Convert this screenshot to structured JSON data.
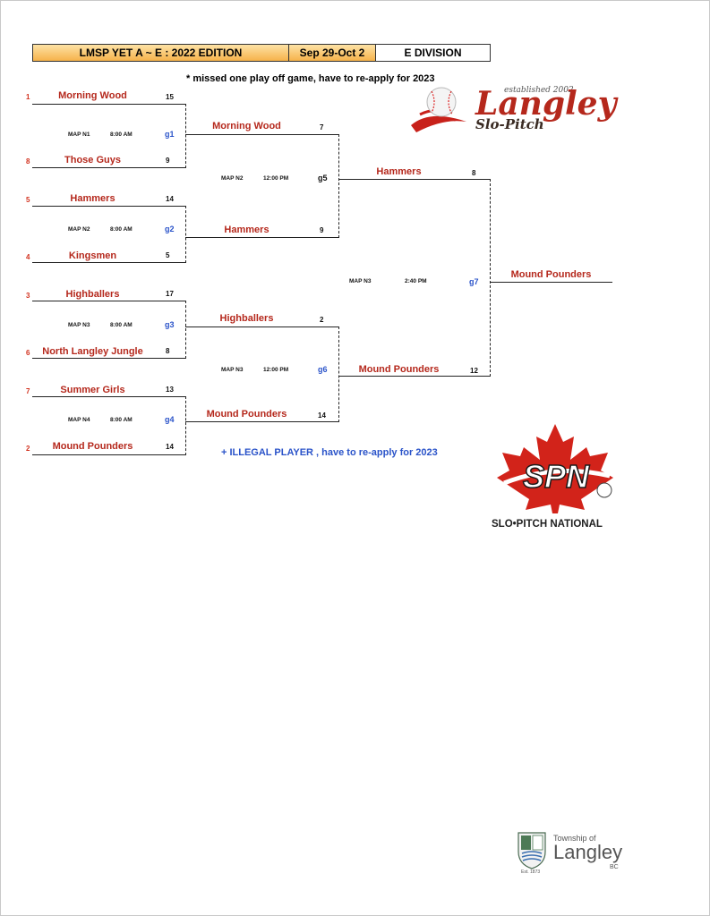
{
  "header": {
    "title": "LMSP YET A ~ E : 2022 EDITION",
    "dates": "Sep 29-Oct 2",
    "division": "E DIVISION"
  },
  "notes": {
    "top": "* missed one play off game, have to re-apply for 2023",
    "bottom": "+ ILLEGAL PLAYER , have to re-apply for 2023"
  },
  "round1": [
    {
      "seed": "1",
      "team": "Morning Wood",
      "score": "15"
    },
    {
      "seed": "8",
      "team": "Those Guys",
      "score": "9"
    },
    {
      "seed": "5",
      "team": "Hammers",
      "score": "14"
    },
    {
      "seed": "4",
      "team": "Kingsmen",
      "score": "5"
    },
    {
      "seed": "3",
      "team": "Highballers",
      "score": "17"
    },
    {
      "seed": "6",
      "team": "North Langley Jungle",
      "score": "8"
    },
    {
      "seed": "7",
      "team": "Summer Girls",
      "score": "13"
    },
    {
      "seed": "2",
      "team": "Mound Pounders",
      "score": "14"
    }
  ],
  "games": {
    "g1": {
      "field": "MAP N1",
      "time": "8:00 AM",
      "id": "g1"
    },
    "g2": {
      "field": "MAP N2",
      "time": "8:00 AM",
      "id": "g2"
    },
    "g3": {
      "field": "MAP N3",
      "time": "8:00 AM",
      "id": "g3"
    },
    "g4": {
      "field": "MAP N4",
      "time": "8:00 AM",
      "id": "g4"
    },
    "g5": {
      "field": "MAP N2",
      "time": "12:00 PM",
      "id": "g5"
    },
    "g6": {
      "field": "MAP N3",
      "time": "12:00 PM",
      "id": "g6"
    },
    "g7": {
      "field": "MAP N3",
      "time": "2:40 PM",
      "id": "g7"
    }
  },
  "round2": [
    {
      "team": "Morning Wood",
      "score": "7"
    },
    {
      "team": "Hammers",
      "score": "9"
    },
    {
      "team": "Highballers",
      "score": "2"
    },
    {
      "team": "Mound Pounders",
      "score": "14"
    }
  ],
  "round3": [
    {
      "team": "Hammers",
      "score": "8"
    },
    {
      "team": "Mound Pounders",
      "score": "12"
    }
  ],
  "champion": {
    "team": "Mound Pounders"
  },
  "logos": {
    "langley": {
      "established": "established 2002",
      "name": "Langley",
      "sub": "Slo-Pitch"
    },
    "spn": {
      "mark": "SPN",
      "caption": "SLO•PITCH NATIONAL"
    },
    "township": {
      "line1": "Township of",
      "line2": "Langley",
      "line3": "BC",
      "est": "Est. 1873"
    }
  },
  "colors": {
    "team": "#b5281c",
    "seed": "#d2311e",
    "game_id": "#2a53c9",
    "header_fill": "#f6b24a"
  }
}
